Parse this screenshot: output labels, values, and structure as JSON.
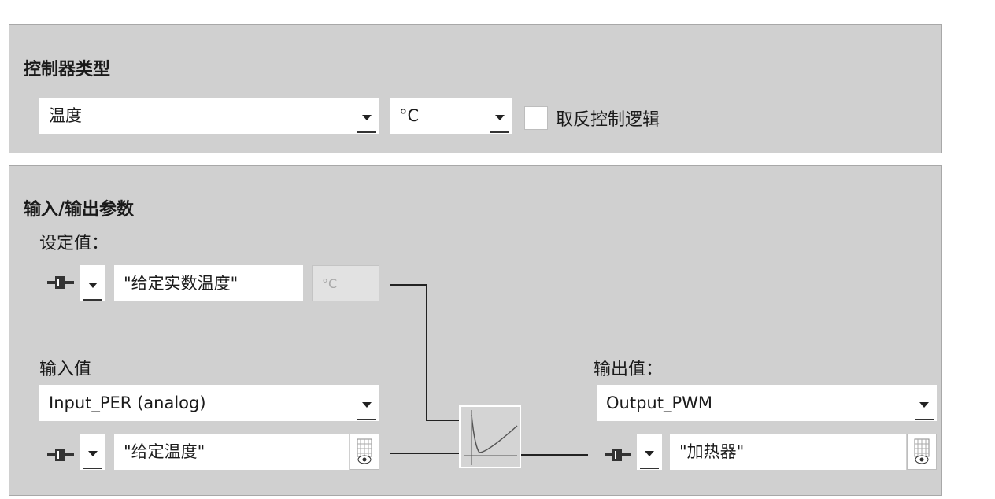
{
  "controller_type": {
    "title": "控制器类型",
    "type_value": "温度",
    "unit_value": "°C",
    "invert_label": "取反控制逻辑",
    "invert_checked": false
  },
  "io_params": {
    "title": "输入/输出参数",
    "setpoint": {
      "label": "设定值：",
      "tag": "\"给定实数温度\"",
      "unit": "°C"
    },
    "input": {
      "label": "输入值",
      "select_value": "Input_PER (analog)",
      "tag": "\"给定温度\""
    },
    "output": {
      "label": "输出值：",
      "select_value": "Output_PWM",
      "tag": "\"加热器\""
    }
  },
  "icons": {
    "plug": "plug-icon",
    "monitor": "monitor-eye-icon",
    "pid_curve": "pid-response-curve-icon"
  }
}
